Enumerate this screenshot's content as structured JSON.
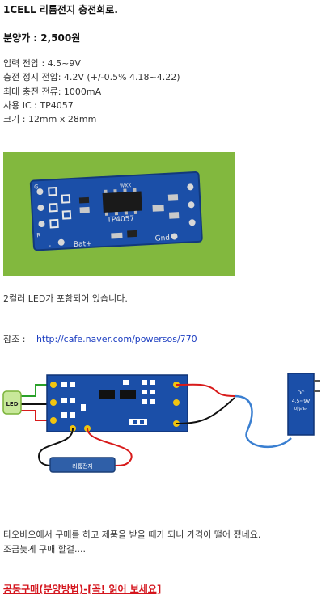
{
  "title": "1CELL 리튬전지 충전회로.",
  "price": "분양가 : 2,500원",
  "specs": [
    "입력 전압 : 4.5~9V",
    "충전 정지 전압: 4.2V  (+/-0.5%  4.18~4.22)",
    "최대 충전 전류: 1000mA",
    "사용 IC : TP4057",
    "크기 : 12mm x 28mm"
  ],
  "photo": {
    "board_color": "#1b4fa8",
    "background_color": "#7db43a",
    "labels": {
      "g": "G",
      "r": "R",
      "minus": "-",
      "bat": "Bat+",
      "gnd": "Gnd",
      "chip": "TP4057",
      "wxx": "WXX"
    }
  },
  "led_note": "2컬러 LED가 포함되어 있습니다.",
  "reference": {
    "label": "참조 :",
    "url": "http://cafe.naver.com/powersos/770"
  },
  "diagram": {
    "led_label": "LED",
    "battery_label": "리튬전지",
    "adapter_line1": "DC",
    "adapter_line2": "4.5~9V",
    "adapter_line3": "아답터"
  },
  "body_line1": "타오바오에서 구매를 하고 제품을 받을 때가 되니 가격이 떨어 졌네요.",
  "body_line2": "조금늦게 구매 할걸....",
  "footer_link": "공동구매(분양방법)-[꼭! 읽어 보세요]"
}
